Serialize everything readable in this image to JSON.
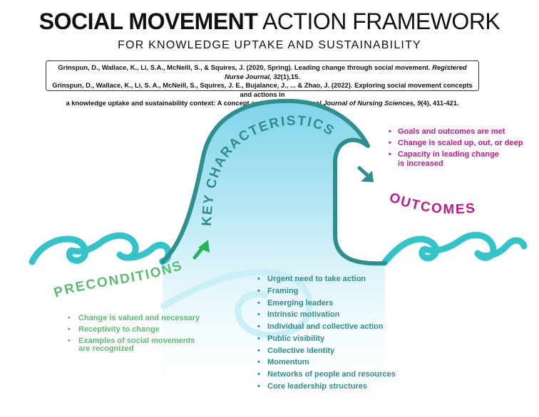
{
  "title": {
    "bold": "SOCIAL MOVEMENT",
    "regular": "ACTION FRAMEWORK"
  },
  "subtitle": "FOR KNOWLEDGE UPTAKE AND SUSTAINABILITY",
  "citations": {
    "line1_pre": "Grinspun, D., Wallace, K., Li, S.A., McNeill, S., & Squires, J. (2020, Spring). Leading change through social movement.",
    "line1_journal": "Registered Nurse Journal, 32",
    "line1_post": "(1),15.",
    "line2": "Grinspun, D., Wallace, K., Li, S. A., McNeill, S., Squires, J. E., Bujalance, J., ... & Zhao, J. (2022). Exploring social movement concepts and actions in",
    "line3_pre": "a knowledge uptake and sustainability context: A concept analysis.",
    "line3_journal": "International Journal of Nursing Sciences, 9",
    "line3_post": "(4), 411-421."
  },
  "sections": {
    "preconditions": {
      "heading": "PRECONDITIONS",
      "items": [
        "Change is valued and necessary",
        "Receptivity to change"
      ],
      "item3_line1": "Examples of social movements",
      "item3_line2": "are recognized"
    },
    "key_characteristics": {
      "heading": "KEY CHARACTERISTICS",
      "items": [
        "Urgent need to take action",
        "Framing",
        "Emerging leaders",
        "Intrinsic motivation",
        "Individual and collective action",
        "Public visibility",
        "Collective identity",
        "Momentum",
        "Networks of people and resources",
        "Core leadership structures"
      ]
    },
    "outcomes": {
      "heading": "OUTCOMES",
      "items": [
        "Goals and outcomes are met",
        "Change is scaled up, out, or deep"
      ],
      "item3_line1": "Capacity in leading change",
      "item3_line2": "is increased"
    }
  },
  "bullet": "•",
  "colors": {
    "preconditions": "#5bbd6f",
    "key_characteristics": "#2f8c8c",
    "outcomes": "#c2188f",
    "wave_outline": "#2e8f8f",
    "small_waves": "#33c4c9",
    "wave_fill_top": "#7fd4ea",
    "arrow_green": "#27b35a",
    "arrow_teal": "#2e8f8f"
  }
}
